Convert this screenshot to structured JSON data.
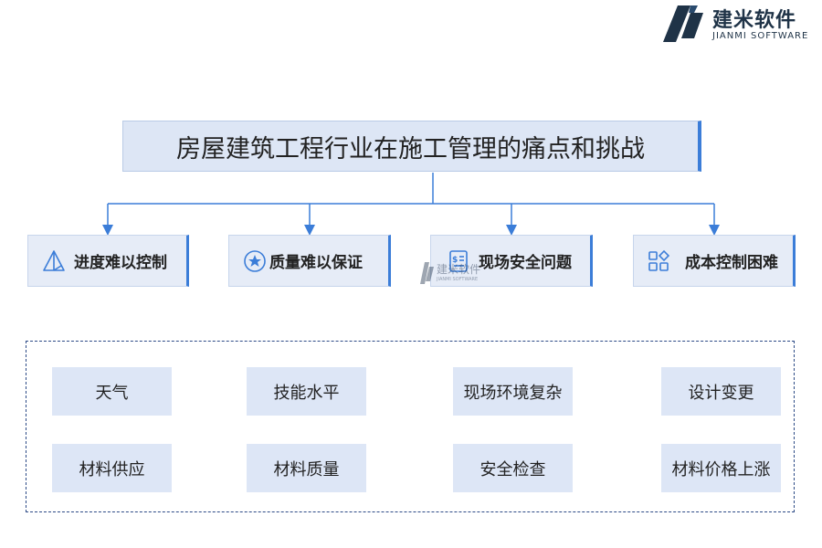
{
  "logo": {
    "name_cn": "建米软件",
    "name_en": "JIANMI SOFTWARE"
  },
  "title": "房屋建筑工程行业在施工管理的痛点和挑战",
  "categories": [
    {
      "label": "进度难以控制",
      "icon": "pyramid-icon"
    },
    {
      "label": "质量难以保证",
      "icon": "star-badge-icon"
    },
    {
      "label": "现场安全问题",
      "icon": "cost-document-icon"
    },
    {
      "label": "成本控制困难",
      "icon": "grid-blocks-icon"
    }
  ],
  "items": [
    "天气",
    "技能水平",
    "现场环境复杂",
    "设计变更",
    "材料供应",
    "材料质量",
    "安全检查",
    "材料价格上涨"
  ],
  "watermark": {
    "name_cn": "建米软件",
    "name_en": "JIANMI SOFTWARE"
  },
  "colors": {
    "accent": "#3b7dd8",
    "box_fill": "#e6ecf7",
    "group_border": "#2c4a86",
    "logo": "#1f3347"
  }
}
